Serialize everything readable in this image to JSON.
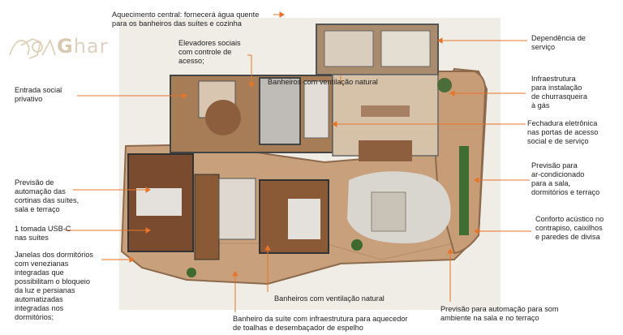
{
  "brand": {
    "initial": "G",
    "rest": "har"
  },
  "accent_color": "#e8742a",
  "labels": {
    "aquecimento": [
      "Aquecimento central: fornecerá água quente",
      "para os banheiros das suítes e cozinha"
    ],
    "elevadores": [
      "Elevadores sociais",
      "com controle de",
      "acesso;"
    ],
    "dependencia": [
      "Dependência de",
      "serviço"
    ],
    "entrada": [
      "Entrada social",
      "privativo"
    ],
    "churrasqueira": [
      "Infraestrutura",
      "para instalação",
      "de churrasqueira",
      "à gás"
    ],
    "banheiros_central": "Banheiros com ventilação natural",
    "fechadura": [
      "Fechadura eletrônica",
      "nas portas de acesso",
      "social e de serviço"
    ],
    "ar_condicionado": [
      "Previsão para",
      "ar-condicionado",
      "para a sala,",
      "dormitórios e terraço"
    ],
    "cortinas": [
      "Previsão de",
      "automação das",
      "cortinas das suítes,",
      "sala e terraço"
    ],
    "usb": [
      "1 tomada USB-C",
      "nas suítes"
    ],
    "conforto": [
      "Conforto acústico no",
      "contrapiso,  caixilhos",
      "e paredes de divisa"
    ],
    "janelas": [
      "Janelas dos dormitórios",
      "com venezianas",
      "integradas que",
      "possibilitam o bloqueio",
      "da luz e persianas",
      "automatizadas",
      "integradas nos",
      "dormitórios;"
    ],
    "banheiros_ventilacao": "Banheiros com ventilação natural",
    "banheira_suite": [
      "Banheiro da suíte com infraestrutura para aquecedor",
      "de toalhas e desembaçador de espelho"
    ],
    "automacao_som": [
      "Previsão para automação para som",
      "ambiente na sala e no terraço"
    ]
  }
}
